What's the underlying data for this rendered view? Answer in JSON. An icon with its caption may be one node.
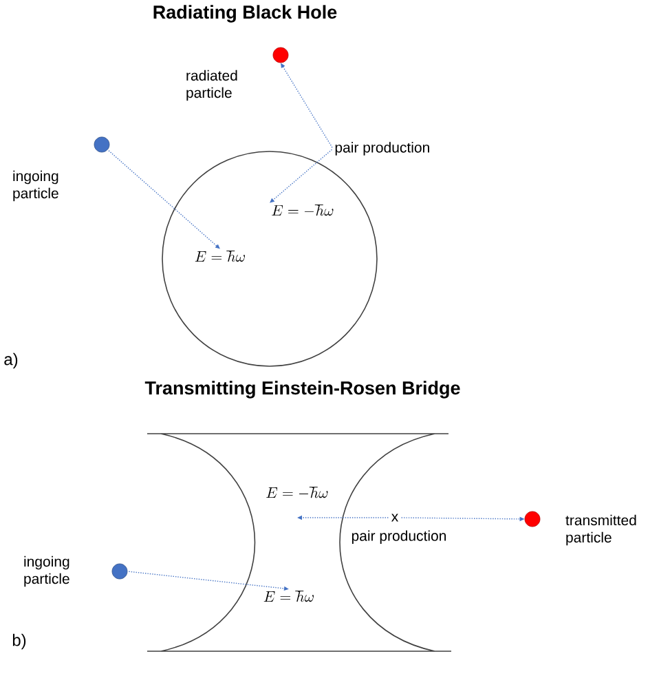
{
  "diagram": {
    "title": "Radiating Black Hole",
    "nodes": [
      {
        "text": [],
        "shape": "circle",
        "beside": [
          "ingoing particle"
        ]
      },
      {
        "text": [],
        "shape": "circle",
        "beside": [
          "radiated particle"
        ]
      },
      {
        "text": [
          "pair production"
        ]
      },
      {
        "text": [],
        "shape": "circle"
      },
      {
        "text": [
          "E = -\\hbar\\omega"
        ],
        "in": 3
      },
      {
        "text": [
          "E = \\hbar\\omega"
        ],
        "in": 3
      },
      {
        "text": [],
        "shape": "box"
      },
      {
        "text": [
          "E = -\\hbar\\omega"
        ],
        "in": 6
      },
      {
        "text": [
          "E = \\hbar\\omega"
        ],
        "in": 6
      },
      {
        "text": [
          "x",
          "pair production"
        ],
        "in": 6
      },
      {
        "text": [],
        "shape": "circle",
        "beside": [
          "ingoing particle"
        ]
      },
      {
        "text": [],
        "shape": "circle",
        "beside": [
          "transmitted particle"
        ]
      }
    ],
    "edges": [
      {
        "from": 0,
        "to": 5,
        "arrow": "to",
        "style": "dashed"
      },
      {
        "from": 2,
        "to": 1,
        "arrow": "to",
        "style": "dashed"
      },
      {
        "from": 2,
        "to": 4,
        "arrow": "to",
        "style": "dashed"
      },
      {
        "from": 9,
        "to": 7,
        "arrow": "to",
        "style": "dashed"
      },
      {
        "from": 9,
        "to": 11,
        "arrow": "to",
        "style": "dashed"
      },
      {
        "from": 10,
        "to": 8,
        "arrow": "to",
        "style": "dashed"
      }
    ],
    "labels": [
      "a)",
      "Transmitting Einstein-Rosen Bridge",
      "b)"
    ]
  }
}
